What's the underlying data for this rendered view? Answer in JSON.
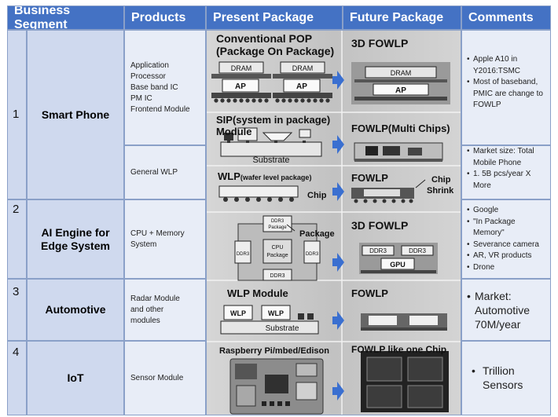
{
  "headers": {
    "segment": "Business Segment",
    "products": "Products",
    "present": "Present Package",
    "future": "Future Package",
    "comments": "Comments"
  },
  "rows": [
    {
      "num": "1",
      "segment": "Smart Phone"
    },
    {
      "num": "2",
      "segment_line1": "AI Engine for",
      "segment_line2": "Edge System"
    },
    {
      "num": "3",
      "segment": "Automotive"
    },
    {
      "num": "4",
      "segment": "IoT"
    }
  ],
  "products": {
    "smartphone": [
      "Application",
      "Processor",
      "Base band IC",
      "PM IC",
      "Frontend Module"
    ],
    "wlp": "General WLP",
    "ai": [
      "CPU + Memory",
      "System"
    ],
    "auto": [
      "Radar Module",
      "and other",
      "modules"
    ],
    "iot": "Sensor Module"
  },
  "present": {
    "pop_title1": "Conventional POP",
    "pop_title2": "(Package On  Package)",
    "pop_dram": "DRAM",
    "pop_ap": "AP",
    "sip_title1": "SIP(system in package)",
    "sip_title2": "Module",
    "sip_substrate": "Substrate",
    "wlp_title": "WLP",
    "wlp_sub": "(wafer level package)",
    "wlp_chip": "Chip",
    "pkg_label": "Package",
    "ddr": "DDR3",
    "ddr_pkg": "DDR3",
    "ddr_pkg2": "Package",
    "cpu": "CPU",
    "cpu_pkg": "Package",
    "wlpmod_title": "WLP Module",
    "wlpmod_wlp": "WLP",
    "wlpmod_substrate": "Substrate",
    "rpi_title": "Raspberry Pi/mbed/Edison"
  },
  "future": {
    "fowlp3d_title": "3D FOWLP",
    "fowlp3d_dram": "DRAM",
    "fowlp3d_ap": "AP",
    "multi_title": "FOWLP(Multi Chips)",
    "fowlp_title": "FOWLP",
    "chip_shrink1": "Chip",
    "chip_shrink2": "Shrink",
    "ai_title": "3D FOWLP",
    "ai_ddr": "DDR3",
    "ai_gpu": "GPU",
    "auto_title": "FOWLP",
    "iot_title": "FOWLP like one Chip"
  },
  "comments": {
    "c1a": [
      "Apple A10 in Y2016:TSMC",
      "Most of baseband, PMIC are change to FOWLP"
    ],
    "c1b": [
      "Market size: Total Mobile Phone",
      "1. 5B pcs/year X More"
    ],
    "c2": [
      "Google",
      "\"In Package Memory\"",
      "Severance camera",
      "AR, VR products",
      "Drone"
    ],
    "c3": [
      "Market: Automotive 70M/year"
    ],
    "c4": [
      "Trillion Sensors"
    ]
  },
  "colors": {
    "header_bg": "#4472c4",
    "band_dark": "#cfd9ee",
    "band_light": "#e8edf7",
    "arrow": "#3a6fd0"
  }
}
